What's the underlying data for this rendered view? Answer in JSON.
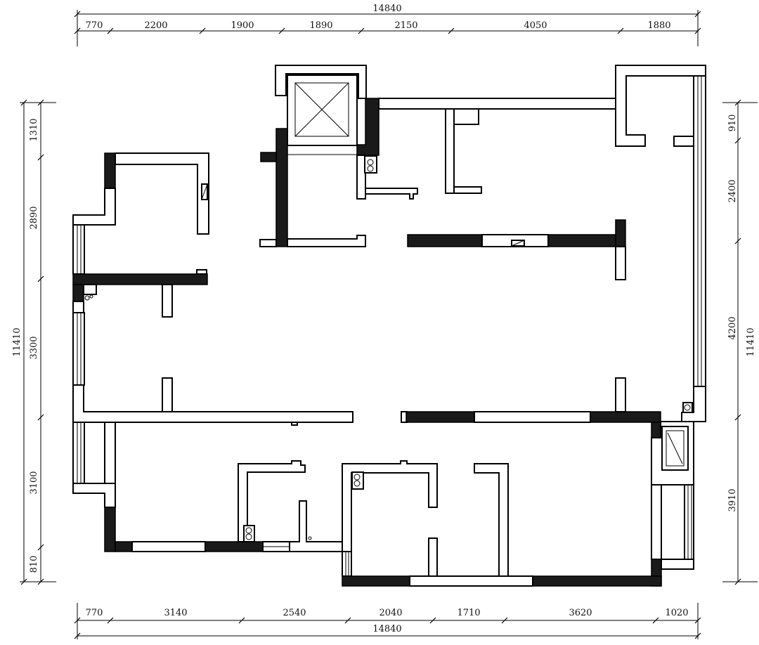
{
  "dimensions": {
    "top": {
      "total": "14840",
      "segments": [
        "770",
        "2200",
        "1900",
        "1890",
        "2150",
        "4050",
        "1880"
      ]
    },
    "bottom": {
      "total": "14840",
      "segments": [
        "770",
        "3140",
        "2540",
        "2040",
        "1710",
        "3620",
        "1020"
      ]
    },
    "left": {
      "total": "11410",
      "segments": [
        "1310",
        "2890",
        "3300",
        "3100",
        "810"
      ]
    },
    "right": {
      "total": "11410",
      "segments": [
        "910",
        "2400",
        "4200",
        "3910"
      ]
    }
  },
  "colors": {
    "wall_fill": "#ffffff",
    "load_bearing_wall": "#1a1a1a",
    "line": "#000000"
  }
}
